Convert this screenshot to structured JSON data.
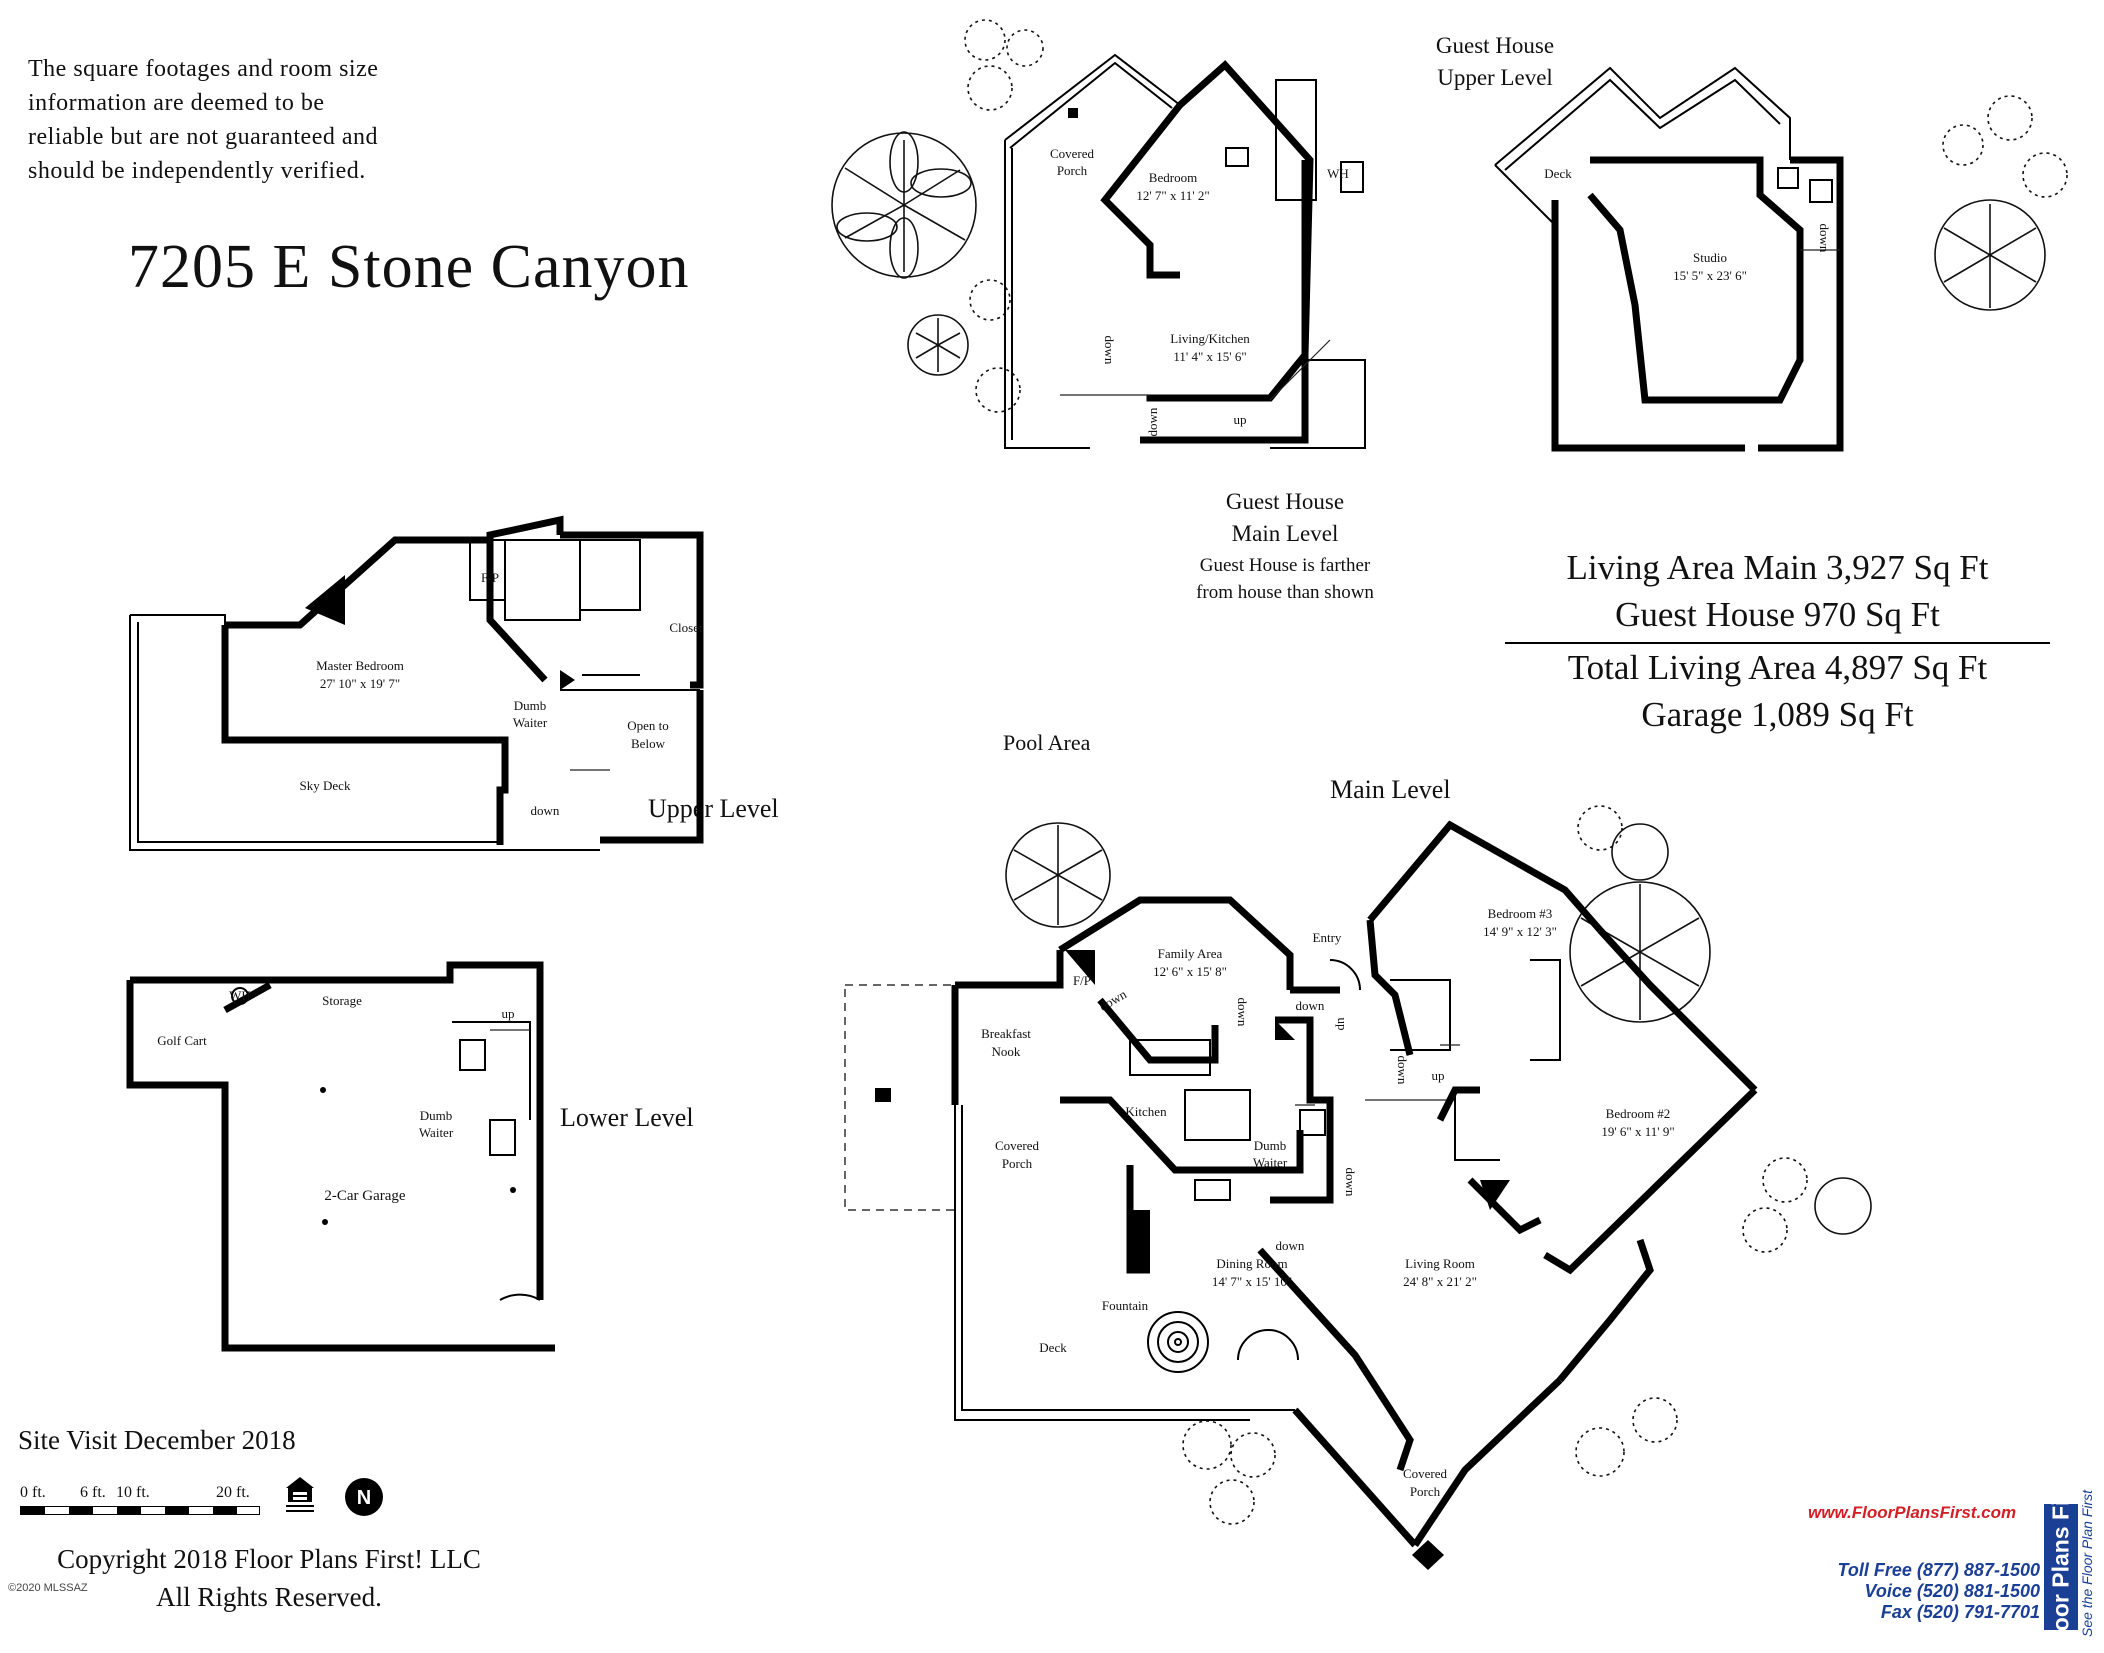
{
  "disclaimer": [
    "The square footages and room size",
    "information are deemed to be",
    "reliable but are not guaranteed and",
    "should be independently verified."
  ],
  "address": "7205 E Stone Canyon",
  "area_summary": {
    "living_main": "Living Area Main 3,927 Sq Ft",
    "guest_house": "Guest House 970 Sq Ft",
    "total": "Total Living Area 4,897 Sq Ft",
    "garage": "Garage 1,089 Sq Ft"
  },
  "levels": {
    "upper": "Upper Level",
    "lower": "Lower Level",
    "main": "Main Level",
    "guest_main": [
      "Guest House",
      "Main Level"
    ],
    "guest_upper": [
      "Guest House",
      "Upper Level"
    ],
    "guest_note": [
      "Guest House is farther",
      "from house than shown"
    ]
  },
  "rooms": {
    "covered_porch_guest": [
      "Covered",
      "Porch"
    ],
    "bedroom_guest": [
      "Bedroom",
      "12' 7\" x 11' 2\""
    ],
    "living_kitchen": [
      "Living/Kitchen",
      "11' 4\" x 15' 6\""
    ],
    "deck_guest": "Deck",
    "studio": [
      "Studio",
      "15' 5\" x 23' 6\""
    ],
    "master_bedroom": [
      "Master Bedroom",
      "27' 10\" x 19' 7\""
    ],
    "closet": "Closet",
    "dumb_waiter": [
      "Dumb",
      "Waiter"
    ],
    "open_to_below": [
      "Open to",
      "Below"
    ],
    "sky_deck": "Sky Deck",
    "golf_cart": "Golf Cart",
    "storage": "Storage",
    "garage_room": "2-Car Garage",
    "pool_area": "Pool Area",
    "family_area": [
      "Family Area",
      "12' 6\" x 15' 8\""
    ],
    "entry": "Entry",
    "bedroom3": [
      "Bedroom #3",
      "14' 9\" x 12' 3\""
    ],
    "breakfast_nook": [
      "Breakfast",
      "Nook"
    ],
    "kitchen": "Kitchen",
    "covered_porch_main": [
      "Covered",
      "Porch"
    ],
    "bedroom2": [
      "Bedroom #2",
      "19' 6\" x 11' 9\""
    ],
    "dining_room": [
      "Dining Room",
      "14' 7\" x 15' 10\""
    ],
    "living_room": [
      "Living Room",
      "24' 8\" x 21' 2\""
    ],
    "fountain": "Fountain",
    "deck_main": "Deck",
    "covered_porch_front": [
      "Covered",
      "Porch"
    ]
  },
  "annotations": {
    "down": "down",
    "up": "up",
    "fp": "F/P",
    "wh": "WH"
  },
  "site_visit": "Site Visit December 2018",
  "scale": {
    "labels": [
      "0 ft.",
      "6 ft.",
      "10 ft.",
      "20 ft."
    ]
  },
  "copyright": [
    "Copyright 2018 Floor Plans First! LLC",
    "All Rights Reserved."
  ],
  "mls_credit": "©2020 MLSSAZ",
  "brand": {
    "url": "www.FloorPlansFirst.com",
    "name": "Floor Plans First!",
    "tagline": "See the Floor Plan First",
    "toll_free": "Toll Free (877) 887-1500",
    "voice": "Voice (520) 881-1500",
    "fax": "Fax (520) 791-7701",
    "color": "#1b3f95",
    "url_color": "#d21f26"
  }
}
